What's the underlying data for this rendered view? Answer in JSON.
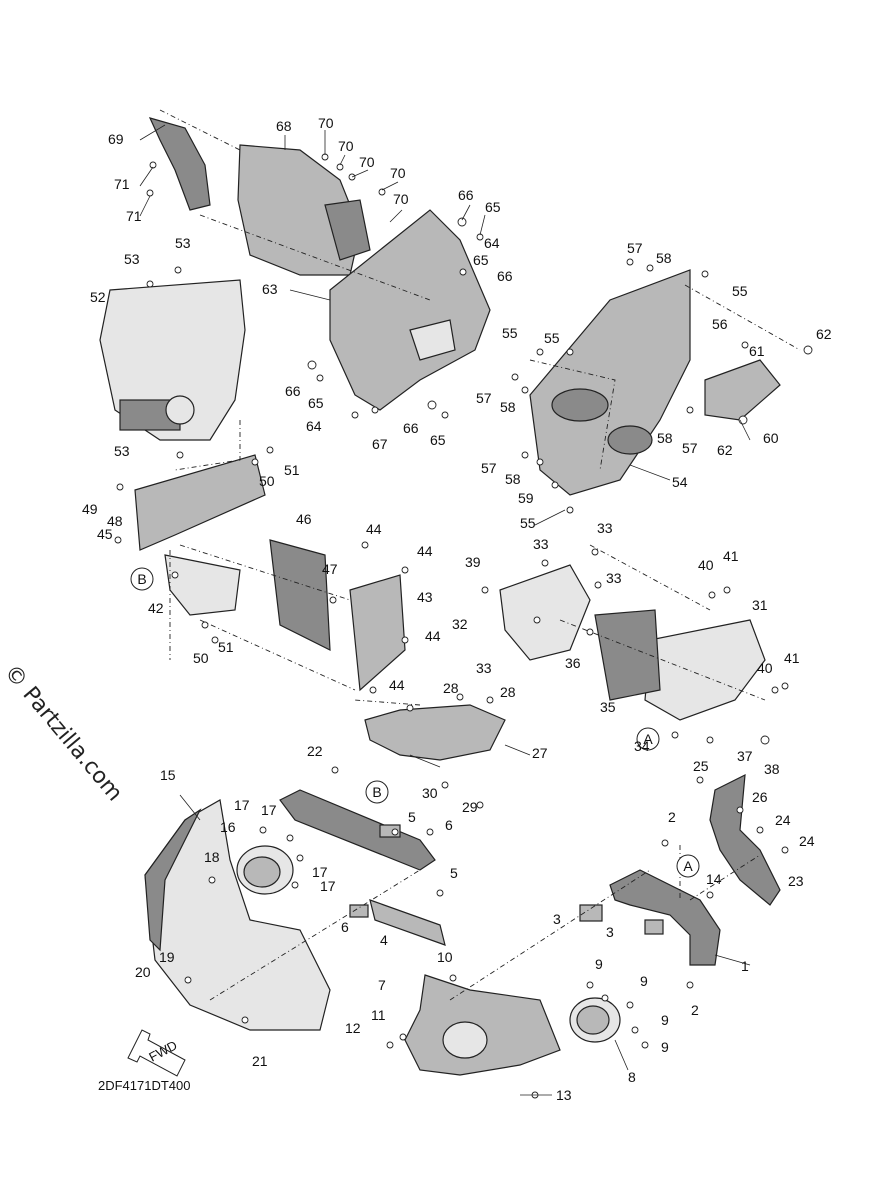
{
  "diagram": {
    "drawing_code": "2DF4171DT400",
    "watermark": "© Partzilla.com",
    "fwd_label": "FWD",
    "reference_markers": [
      {
        "id": "B",
        "label": "B"
      },
      {
        "id": "B2",
        "label": "B"
      },
      {
        "id": "A",
        "label": "A"
      },
      {
        "id": "A2",
        "label": "A"
      }
    ],
    "callouts": [
      {
        "id": "c69",
        "label": "69"
      },
      {
        "id": "c68",
        "label": "68"
      },
      {
        "id": "c70a",
        "label": "70"
      },
      {
        "id": "c70b",
        "label": "70"
      },
      {
        "id": "c70c",
        "label": "70"
      },
      {
        "id": "c70d",
        "label": "70"
      },
      {
        "id": "c70e",
        "label": "70"
      },
      {
        "id": "c71a",
        "label": "71"
      },
      {
        "id": "c71b",
        "label": "71"
      },
      {
        "id": "c66a",
        "label": "66"
      },
      {
        "id": "c65a",
        "label": "65"
      },
      {
        "id": "c64a",
        "label": "64"
      },
      {
        "id": "c65b",
        "label": "65"
      },
      {
        "id": "c66b",
        "label": "66"
      },
      {
        "id": "c53a",
        "label": "53"
      },
      {
        "id": "c53b",
        "label": "53"
      },
      {
        "id": "c52",
        "label": "52"
      },
      {
        "id": "c63",
        "label": "63"
      },
      {
        "id": "c66c",
        "label": "66"
      },
      {
        "id": "c65c",
        "label": "65"
      },
      {
        "id": "c64b",
        "label": "64"
      },
      {
        "id": "c67",
        "label": "67"
      },
      {
        "id": "c66d",
        "label": "66"
      },
      {
        "id": "c65d",
        "label": "65"
      },
      {
        "id": "c53c",
        "label": "53"
      },
      {
        "id": "c51a",
        "label": "51"
      },
      {
        "id": "c50a",
        "label": "50"
      },
      {
        "id": "c49",
        "label": "49"
      },
      {
        "id": "c48",
        "label": "48"
      },
      {
        "id": "c45",
        "label": "45"
      },
      {
        "id": "c42",
        "label": "42"
      },
      {
        "id": "c50b",
        "label": "50"
      },
      {
        "id": "c51b",
        "label": "51"
      },
      {
        "id": "c46",
        "label": "46"
      },
      {
        "id": "c44a",
        "label": "44"
      },
      {
        "id": "c44b",
        "label": "44"
      },
      {
        "id": "c47",
        "label": "47"
      },
      {
        "id": "c43",
        "label": "43"
      },
      {
        "id": "c44c",
        "label": "44"
      },
      {
        "id": "c44d",
        "label": "44"
      },
      {
        "id": "c57a",
        "label": "57"
      },
      {
        "id": "c58a",
        "label": "58"
      },
      {
        "id": "c55a",
        "label": "55"
      },
      {
        "id": "c56",
        "label": "56"
      },
      {
        "id": "c62a",
        "label": "62"
      },
      {
        "id": "c55b",
        "label": "55"
      },
      {
        "id": "c55c",
        "label": "55"
      },
      {
        "id": "c61",
        "label": "61"
      },
      {
        "id": "c57b",
        "label": "57"
      },
      {
        "id": "c58b",
        "label": "58"
      },
      {
        "id": "c58c",
        "label": "58"
      },
      {
        "id": "c57c",
        "label": "57"
      },
      {
        "id": "c60",
        "label": "60"
      },
      {
        "id": "c62b",
        "label": "62"
      },
      {
        "id": "c57d",
        "label": "57"
      },
      {
        "id": "c58d",
        "label": "58"
      },
      {
        "id": "c54",
        "label": "54"
      },
      {
        "id": "c59",
        "label": "59"
      },
      {
        "id": "c55d",
        "label": "55"
      },
      {
        "id": "c33a",
        "label": "33"
      },
      {
        "id": "c33b",
        "label": "33"
      },
      {
        "id": "c39",
        "label": "39"
      },
      {
        "id": "c33c",
        "label": "33"
      },
      {
        "id": "c41a",
        "label": "41"
      },
      {
        "id": "c40a",
        "label": "40"
      },
      {
        "id": "c32",
        "label": "32"
      },
      {
        "id": "c31",
        "label": "31"
      },
      {
        "id": "c33d",
        "label": "33"
      },
      {
        "id": "c36",
        "label": "36"
      },
      {
        "id": "c40b",
        "label": "40"
      },
      {
        "id": "c41b",
        "label": "41"
      },
      {
        "id": "c35",
        "label": "35"
      },
      {
        "id": "c34",
        "label": "34"
      },
      {
        "id": "c37",
        "label": "37"
      },
      {
        "id": "c38",
        "label": "38"
      },
      {
        "id": "c28a",
        "label": "28"
      },
      {
        "id": "c28b",
        "label": "28"
      },
      {
        "id": "c44e",
        "label": "44"
      },
      {
        "id": "c27",
        "label": "27"
      },
      {
        "id": "c22",
        "label": "22"
      },
      {
        "id": "c30",
        "label": "30"
      },
      {
        "id": "c29",
        "label": "29"
      },
      {
        "id": "c15",
        "label": "15"
      },
      {
        "id": "c17a",
        "label": "17"
      },
      {
        "id": "c17b",
        "label": "17"
      },
      {
        "id": "c16",
        "label": "16"
      },
      {
        "id": "c5a",
        "label": "5"
      },
      {
        "id": "c6a",
        "label": "6"
      },
      {
        "id": "c25",
        "label": "25"
      },
      {
        "id": "c26",
        "label": "26"
      },
      {
        "id": "c2a",
        "label": "2"
      },
      {
        "id": "c24a",
        "label": "24"
      },
      {
        "id": "c24b",
        "label": "24"
      },
      {
        "id": "c18",
        "label": "18"
      },
      {
        "id": "c17c",
        "label": "17"
      },
      {
        "id": "c17d",
        "label": "17"
      },
      {
        "id": "c5b",
        "label": "5"
      },
      {
        "id": "c14",
        "label": "14"
      },
      {
        "id": "c23",
        "label": "23"
      },
      {
        "id": "c6b",
        "label": "6"
      },
      {
        "id": "c4",
        "label": "4"
      },
      {
        "id": "c3a",
        "label": "3"
      },
      {
        "id": "c3b",
        "label": "3"
      },
      {
        "id": "c19",
        "label": "19"
      },
      {
        "id": "c20",
        "label": "20"
      },
      {
        "id": "c10",
        "label": "10"
      },
      {
        "id": "c1",
        "label": "1"
      },
      {
        "id": "c9a",
        "label": "9"
      },
      {
        "id": "c9b",
        "label": "9"
      },
      {
        "id": "c7",
        "label": "7"
      },
      {
        "id": "c9c",
        "label": "9"
      },
      {
        "id": "c2b",
        "label": "2"
      },
      {
        "id": "c12",
        "label": "12"
      },
      {
        "id": "c11",
        "label": "11"
      },
      {
        "id": "c9d",
        "label": "9"
      },
      {
        "id": "c21",
        "label": "21"
      },
      {
        "id": "c8",
        "label": "8"
      },
      {
        "id": "c13",
        "label": "13"
      }
    ]
  }
}
